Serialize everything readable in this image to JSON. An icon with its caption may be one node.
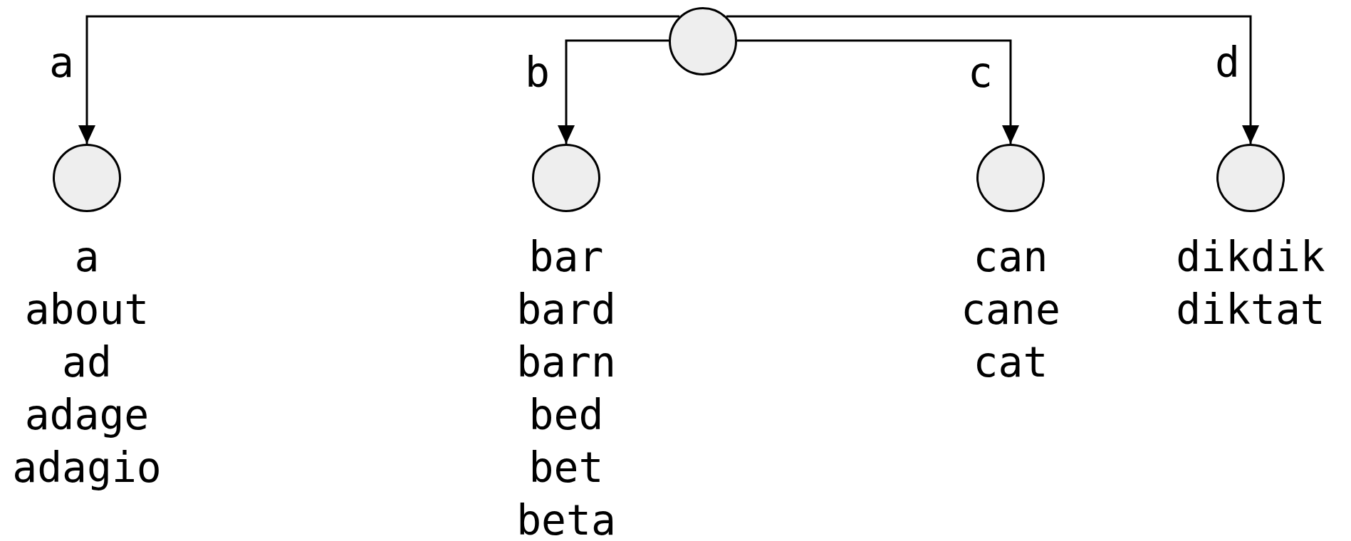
{
  "diagram": {
    "nodes": [
      {
        "text": [],
        "shape": "circle"
      },
      {
        "text": [],
        "shape": "circle",
        "beside": [
          "a",
          "about",
          "ad",
          "adage",
          "adagio"
        ]
      },
      {
        "text": [],
        "shape": "circle",
        "beside": [
          "bar",
          "bard",
          "barn",
          "bed",
          "bet",
          "beta"
        ]
      },
      {
        "text": [],
        "shape": "circle",
        "beside": [
          "can",
          "cane",
          "cat"
        ]
      },
      {
        "text": [],
        "shape": "circle",
        "beside": [
          "dikdik",
          "diktat"
        ]
      }
    ],
    "edges": [
      {
        "from": 0,
        "to": 1,
        "arrow": "to",
        "label": "a"
      },
      {
        "from": 0,
        "to": 2,
        "arrow": "to",
        "label": "b"
      },
      {
        "from": 0,
        "to": 3,
        "arrow": "to",
        "label": "c"
      },
      {
        "from": 0,
        "to": 4,
        "arrow": "to",
        "label": "d"
      }
    ]
  }
}
